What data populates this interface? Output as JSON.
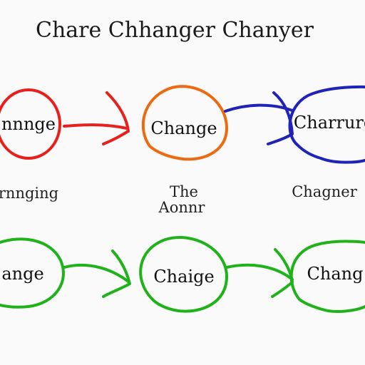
{
  "title": "Chare Chhanger Chanyer",
  "colors": {
    "red": "#e8201c",
    "orange": "#ec6a12",
    "blue": "#1f23b8",
    "green": "#1fb21a",
    "text": "#1a1a1a",
    "background": "#fafafa"
  },
  "top_row": {
    "nodes": [
      {
        "label": "nnnge",
        "color": "red"
      },
      {
        "label": "Change",
        "color": "orange"
      },
      {
        "label": "Charrure",
        "color": "blue"
      }
    ],
    "captions": [
      {
        "text": "rnnging"
      },
      {
        "line1": "The",
        "line2": "Aonnr"
      },
      {
        "text": "Chagner"
      }
    ]
  },
  "bottom_row": {
    "nodes": [
      {
        "label": "ange",
        "color": "green"
      },
      {
        "label": "Chaige",
        "color": "green"
      },
      {
        "label": "Chang",
        "color": "green"
      }
    ]
  }
}
